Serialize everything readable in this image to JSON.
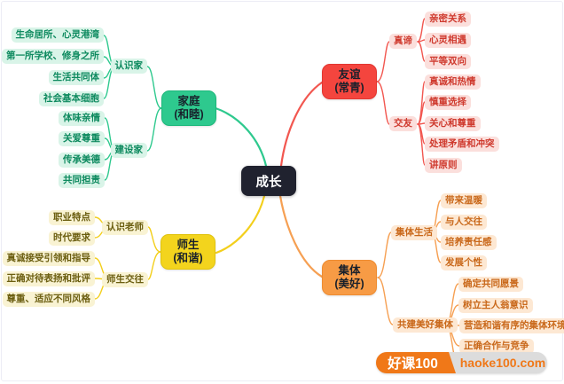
{
  "center": {
    "label": "成长",
    "bg": "#20222f",
    "text_color": "#ffffff"
  },
  "colors": {
    "family": {
      "node": "#2ec98e",
      "leaf_bg": "#d9f4e8",
      "leaf_text": "#0e8a5f",
      "line": "#2ec98e"
    },
    "friendship": {
      "node": "#f4453e",
      "leaf_bg": "#fbdfdc",
      "leaf_text": "#cf3a2e",
      "line": "#f25750"
    },
    "teacher": {
      "node": "#f3d41d",
      "leaf_bg": "#f9f3d3",
      "leaf_text": "#6b5e10",
      "line": "#f3cf1c"
    },
    "collective": {
      "node": "#f79b45",
      "leaf_bg": "#fde8d3",
      "leaf_text": "#c9681a",
      "line": "#f6a053"
    }
  },
  "branches": [
    {
      "id": "family",
      "title": "家庭",
      "subtitle": "(和睦)",
      "groups": [
        {
          "label": "认识家",
          "leaves": [
            "生命居所、心灵港湾",
            "第一所学校、修身之所",
            "生活共同体",
            "社会基本细胞"
          ]
        },
        {
          "label": "建设家",
          "leaves": [
            "体味亲情",
            "关爱尊重",
            "传承美德",
            "共同担责"
          ]
        }
      ]
    },
    {
      "id": "friendship",
      "title": "友谊",
      "subtitle": "(常青)",
      "groups": [
        {
          "label": "真谛",
          "leaves": [
            "亲密关系",
            "心灵相遇",
            "平等双向"
          ]
        },
        {
          "label": "交友",
          "leaves": [
            "真诚和热情",
            "慎重选择",
            "关心和尊重",
            "处理矛盾和冲突",
            "讲原则"
          ]
        }
      ]
    },
    {
      "id": "teacher",
      "title": "师生",
      "subtitle": "(和谐)",
      "groups": [
        {
          "label": "认识老师",
          "leaves": [
            "职业特点",
            "时代要求"
          ]
        },
        {
          "label": "师生交往",
          "leaves": [
            "真诚接受引领和指导",
            "正确对待表扬和批评",
            "尊重、适应不同风格"
          ]
        }
      ]
    },
    {
      "id": "collective",
      "title": "集体",
      "subtitle": "(美好)",
      "groups": [
        {
          "label": "集体生活",
          "leaves": [
            "带来温暖",
            "与人交往",
            "培养责任感",
            "发展个性"
          ]
        },
        {
          "label": "共建美好集体",
          "leaves": [
            "确定共同愿景",
            "树立主人翁意识",
            "营造和谐有序的集体环境",
            "正确合作与竞争"
          ]
        }
      ]
    }
  ],
  "watermark": {
    "brand": "好课100",
    "site": "haoke100.com"
  }
}
